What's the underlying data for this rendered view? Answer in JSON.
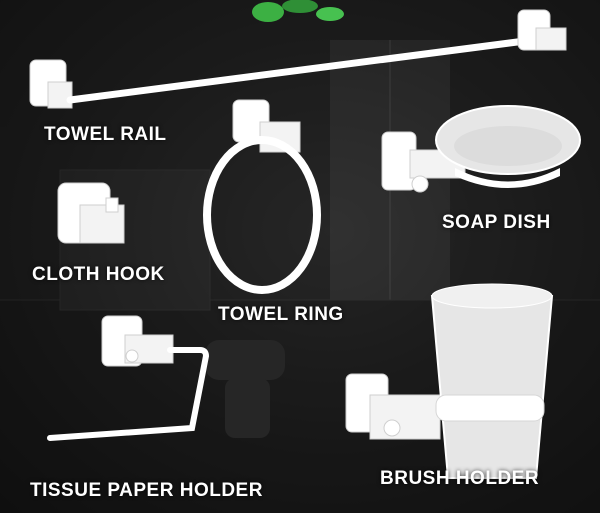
{
  "labels": {
    "towel_rail": "TOWEL RAIL",
    "soap_dish": "SOAP DISH",
    "cloth_hook": "CLOTH HOOK",
    "towel_ring": "TOWEL RING",
    "tissue_paper_holder": "TISSUE PAPER HOLDER",
    "brush_holder": "BRUSH HOLDER"
  },
  "colors": {
    "fixture_white": "#ffffff",
    "frosted_glass": "#e6e6e6",
    "background_dark": "#1e1e1e",
    "plant_green": "#3cb043"
  }
}
